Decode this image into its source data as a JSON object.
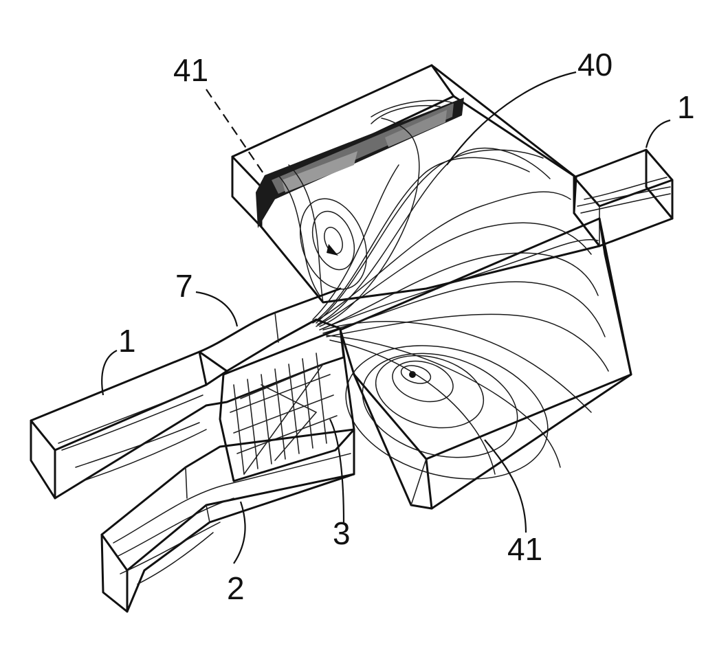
{
  "figure": {
    "labels": {
      "chamber_top_vortex": "41",
      "main_chamber": "40",
      "outlet_right": "1",
      "inlet_left": "1",
      "junction_wall": "7",
      "side_channel": "2",
      "insert_grid": "3",
      "chamber_bottom_vortex": "41"
    }
  }
}
